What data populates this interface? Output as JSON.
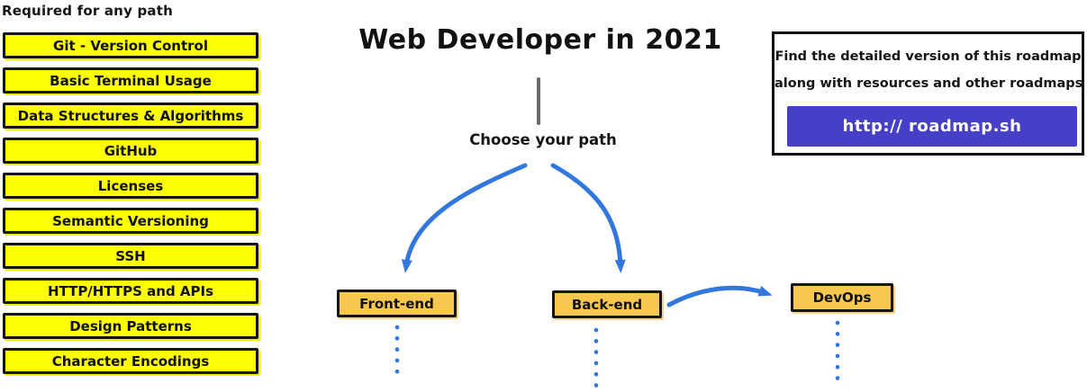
{
  "left_column": {
    "heading": "Required for any path",
    "items": [
      "Git - Version Control",
      "Basic Terminal Usage",
      "Data Structures & Algorithms",
      "GitHub",
      "Licenses",
      "Semantic Versioning",
      "SSH",
      "HTTP/HTTPS and APIs",
      "Design Patterns",
      "Character Encodings"
    ]
  },
  "center": {
    "title": "Web Developer in 2021",
    "choose_label": "Choose your path",
    "paths": [
      {
        "label": "Front-end"
      },
      {
        "label": "Back-end"
      },
      {
        "label": "DevOps"
      }
    ]
  },
  "info_box": {
    "line1": "Find the detailed version of this roadmap",
    "line2": "along with resources and other roadmaps",
    "button_label": "http:// roadmap.sh"
  },
  "colors": {
    "topic_yellow": "#fdfd03",
    "node_orange": "#f7c74e",
    "arrow_blue": "#3277dd",
    "button_purple": "#4640c8",
    "stem_gray": "#6a6a6a",
    "border_black": "#151515"
  }
}
